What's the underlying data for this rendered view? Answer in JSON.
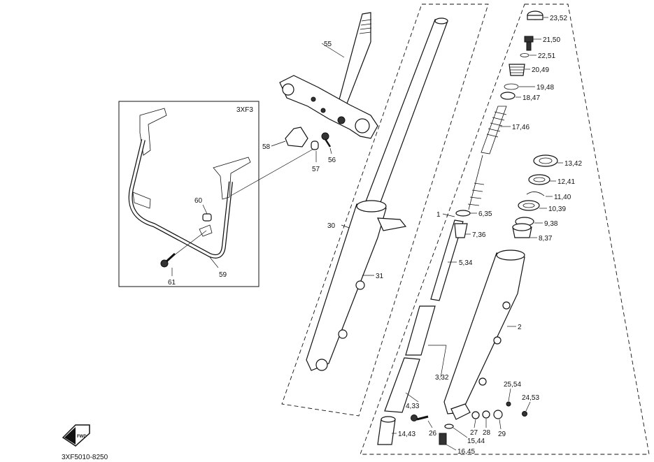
{
  "inset": {
    "title": "3XF3"
  },
  "labels": {
    "p55": "55",
    "p58": "58",
    "p57": "57",
    "p56": "56",
    "p60": "60",
    "p61": "61",
    "p59": "59",
    "p30": "30",
    "p31": "31",
    "p1": "1",
    "p2": "2",
    "p5": "5,34",
    "p6": "6,35",
    "p7": "7,36",
    "p8": "8,37",
    "p9": "9,38",
    "p10": "10,39",
    "p11": "11,40",
    "p12": "12,41",
    "p13": "13,42",
    "p17": "17,46",
    "p18": "18,47",
    "p19": "19,48",
    "p20": "20,49",
    "p21": "21,50",
    "p22": "22,51",
    "p23": "23,52",
    "p3": "3,32",
    "p4": "4,33",
    "p14": "14,43",
    "p15": "15,44",
    "p16": "16,45",
    "p24": "24,53",
    "p25": "25,54",
    "p26": "26",
    "p27": "27",
    "p28": "28",
    "p29": "29"
  },
  "fwd_badge": "FWD",
  "diagram_code": "3XF5010-8250"
}
